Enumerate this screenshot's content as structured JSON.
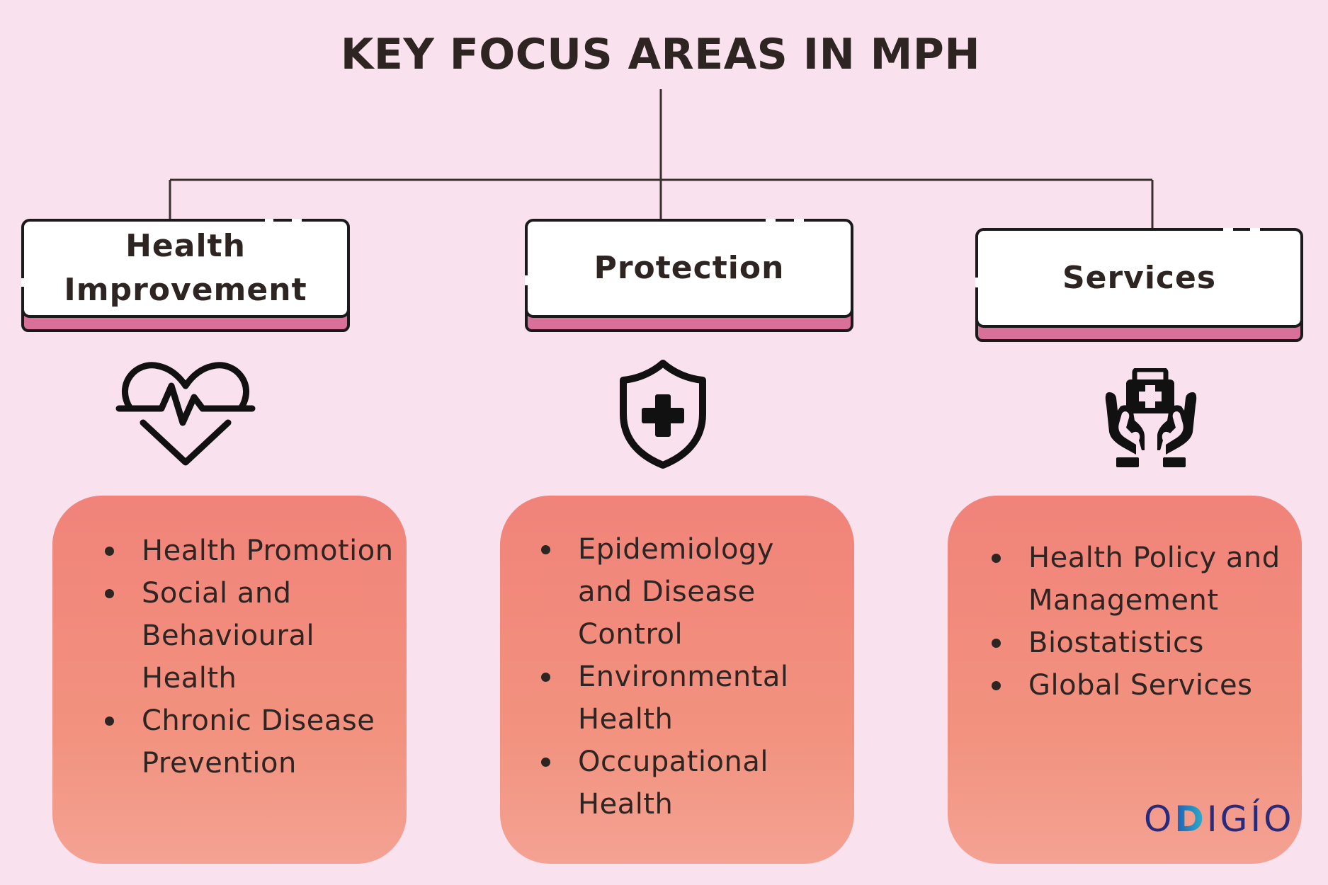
{
  "title": "KEY FOCUS AREAS IN MPH",
  "areas": [
    {
      "heading_line1": "Health",
      "heading_line2": "Improvement",
      "icon": "heartbeat-icon",
      "items": [
        "Health Promotion",
        "Social and Behavioural Health",
        "Chronic Disease Prevention"
      ]
    },
    {
      "heading": "Protection",
      "icon": "shield-plus-icon",
      "items": [
        "Epidemiology and Disease Control",
        "Environmental Health",
        "Occupational Health"
      ]
    },
    {
      "heading": "Services",
      "icon": "hands-medical-kit-icon",
      "items": [
        "Health Policy and Management",
        "Biostatistics",
        "Global Services"
      ]
    }
  ],
  "logo": {
    "part1": "O",
    "part2": "D",
    "part3": "IGÍO"
  },
  "colors": {
    "background": "#f9e1ee",
    "card_accent": "#d9709a",
    "list_box": "#f1837a",
    "text": "#2e2523"
  }
}
